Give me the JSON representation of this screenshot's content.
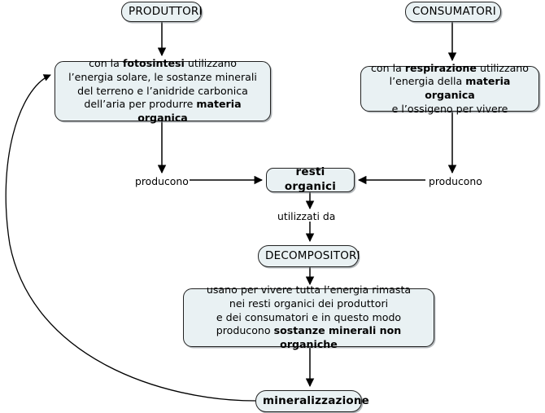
{
  "diagram": {
    "title": "Ciclo della materia: produttori, consumatori, decompositori",
    "language": "it",
    "colors": {
      "node_fill": "#e9f1f3",
      "node_stroke": "#222222",
      "text": "#000000",
      "background": "#ffffff",
      "edge": "#000000"
    },
    "nodes": {
      "produttori": {
        "label": "PRODUTTORI",
        "style": "capsule"
      },
      "consumatori": {
        "label": "CONSUMATORI",
        "style": "capsule"
      },
      "fotosintesi": {
        "lines": [
          [
            {
              "t": "con la ",
              "b": false
            },
            {
              "t": "fotosintesi",
              "b": true
            },
            {
              "t": " utilizzano",
              "b": false
            }
          ],
          [
            {
              "t": "l’energia solare, le sostanze minerali",
              "b": false
            }
          ],
          [
            {
              "t": "del terreno e l’anidride carbonica",
              "b": false
            }
          ],
          [
            {
              "t": "dell’aria per produrre ",
              "b": false
            },
            {
              "t": "materia organica",
              "b": true
            }
          ]
        ]
      },
      "respirazione": {
        "lines": [
          [
            {
              "t": "con la ",
              "b": false
            },
            {
              "t": "respirazione",
              "b": true
            },
            {
              "t": " utilizzano",
              "b": false
            }
          ],
          [
            {
              "t": "l’energia della ",
              "b": false
            },
            {
              "t": "materia organica",
              "b": true
            }
          ],
          [
            {
              "t": "e l’ossigeno per vivere",
              "b": false
            }
          ]
        ]
      },
      "resti_organici": {
        "label": "resti organici",
        "style": "rounded-bold"
      },
      "decompositori": {
        "label": "DECOMPOSITORI",
        "style": "capsule"
      },
      "usano": {
        "lines": [
          [
            {
              "t": "usano per vivere tutta l’energia rimasta",
              "b": false
            }
          ],
          [
            {
              "t": "nei resti organici dei produttori",
              "b": false
            }
          ],
          [
            {
              "t": "e dei consumatori e in questo modo",
              "b": false
            }
          ],
          [
            {
              "t": "producono ",
              "b": false
            },
            {
              "t": "sostanze minerali non organiche",
              "b": true
            }
          ]
        ]
      },
      "mineralizzazione": {
        "label": "mineralizzazione",
        "style": "rounded-bold"
      }
    },
    "edge_labels": {
      "producono_left": "producono",
      "producono_right": "producono",
      "utilizzati_da": "utilizzati da"
    },
    "edges": [
      {
        "from": "produttori",
        "to": "fotosintesi",
        "label": ""
      },
      {
        "from": "consumatori",
        "to": "respirazione",
        "label": ""
      },
      {
        "from": "fotosintesi",
        "to": "resti_organici",
        "label": "producono"
      },
      {
        "from": "respirazione",
        "to": "resti_organici",
        "label": "producono"
      },
      {
        "from": "resti_organici",
        "to": "decompositori",
        "label": "utilizzati da"
      },
      {
        "from": "decompositori",
        "to": "usano",
        "label": ""
      },
      {
        "from": "usano",
        "to": "mineralizzazione",
        "label": ""
      },
      {
        "from": "mineralizzazione",
        "to": "fotosintesi",
        "label": ""
      }
    ]
  }
}
